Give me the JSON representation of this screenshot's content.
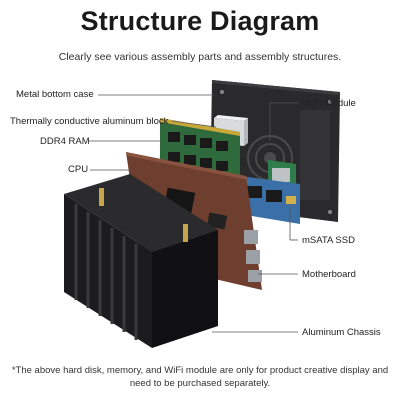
{
  "header": {
    "title": "Structure Diagram",
    "subtitle": "Clearly see various assembly parts and assembly structures."
  },
  "labels": {
    "metal_bottom_case": "Metal bottom case",
    "thermal_block": "Thermally conductive aluminum block",
    "ddr4_ram": "DDR4 RAM",
    "cpu": "CPU",
    "wifi_module": "WIFI Module",
    "msata_ssd": "mSATA SSD",
    "motherboard": "Motherboard",
    "aluminum_chassis": "Aluminum Chassis"
  },
  "footnote": {
    "line1": "*The above hard disk, memory, and WiFi module are only for product creative display and",
    "line2": "need to be purchased separately."
  },
  "colors": {
    "chassis": "#1c1c1e",
    "board": "#6e3f2e",
    "plate": "#2a2a2c",
    "ram": "#2f6a3c",
    "ssd": "#3b6fa8",
    "wifi": "#2e7d4a",
    "leader": "#555555"
  }
}
